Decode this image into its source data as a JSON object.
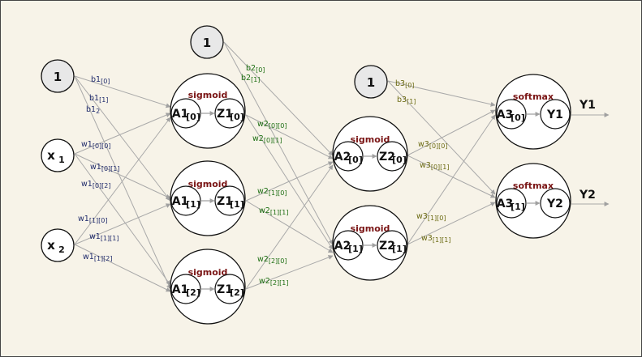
{
  "inputs": {
    "bias1": "1",
    "x1": "x",
    "x1_sub": "1",
    "x2": "x",
    "x2_sub": "2"
  },
  "biases": {
    "b2_node": "1",
    "b3_node": "1"
  },
  "layer1": {
    "activation": "sigmoid",
    "nodes": [
      {
        "a": "A1",
        "a_idx": "[0]",
        "z": "Z1",
        "z_idx": "[0]"
      },
      {
        "a": "A1",
        "a_idx": "[1]",
        "z": "Z1",
        "z_idx": "[1]"
      },
      {
        "a": "A1",
        "a_idx": "[2]",
        "z": "Z1",
        "z_idx": "[2]"
      }
    ]
  },
  "layer2": {
    "activation": "sigmoid",
    "nodes": [
      {
        "a": "A2",
        "a_idx": "[0]",
        "z": "Z2",
        "z_idx": "[0]"
      },
      {
        "a": "A2",
        "a_idx": "[1]",
        "z": "Z2",
        "z_idx": "[1]"
      }
    ]
  },
  "layer3": {
    "activation": "softmax",
    "nodes": [
      {
        "a": "A3",
        "a_idx": "[0]",
        "y": "Y1"
      },
      {
        "a": "A3",
        "a_idx": "[1]",
        "y": "Y2"
      }
    ]
  },
  "outputs": [
    "Y1",
    "Y2"
  ],
  "labels_w1": {
    "b1_0": "b1",
    "b1_0_sub": "[0]",
    "b1_1": "b1",
    "b1_1_sub": "[1]",
    "b1_2": "b1",
    "b1_2_sub": "2",
    "w1_00": "w1",
    "w1_00_sub": "[0][0]",
    "w1_01": "w1",
    "w1_01_sub": "[0][1]",
    "w1_02": "w1",
    "w1_02_sub": "[0][2]",
    "w1_10": "w1",
    "w1_10_sub": "[1][0]",
    "w1_11": "w1",
    "w1_11_sub": "[1][1]",
    "w1_12": "w1",
    "w1_12_sub": "[1][2]"
  },
  "labels_w2": {
    "b2_0": "b2",
    "b2_0_sub": "[0]",
    "b2_1": "b2",
    "b2_1_sub": "[1]",
    "w2_00": "w2",
    "w2_00_sub": "[0][0]",
    "w2_01": "w2",
    "w2_01_sub": "[0][1]",
    "w2_10": "w2",
    "w2_10_sub": "[1][0]",
    "w2_11": "w2",
    "w2_11_sub": "[1][1]",
    "w2_20": "w2",
    "w2_20_sub": "[2][0]",
    "w2_21": "w2",
    "w2_21_sub": "[2][1]"
  },
  "labels_w3": {
    "b3_0": "b3",
    "b3_0_sub": "[0]",
    "b3_1": "b3",
    "b3_1_sub": "[1]",
    "w3_00": "w3",
    "w3_00_sub": "[0][0]",
    "w3_01": "w3",
    "w3_01_sub": "[0][1]",
    "w3_10": "w3",
    "w3_10_sub": "[1][0]",
    "w3_11": "w3",
    "w3_11_sub": "[1][1]"
  },
  "colors": {
    "background": "#f7f3e8",
    "w1_label": "#1f2a6b",
    "w2_label": "#1d6e12",
    "w3_label": "#6b6a12",
    "activation_label": "#7a1515",
    "edge": "#a9a9a9"
  }
}
